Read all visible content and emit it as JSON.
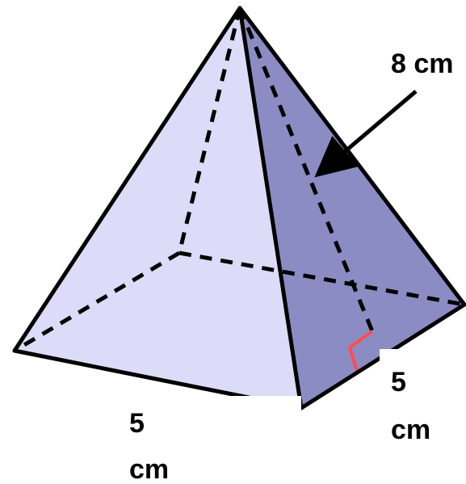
{
  "diagram": {
    "labels": {
      "slant_height": "8 cm",
      "base_front": [
        "5",
        "cm"
      ],
      "base_right": [
        "5",
        "cm"
      ]
    }
  }
}
